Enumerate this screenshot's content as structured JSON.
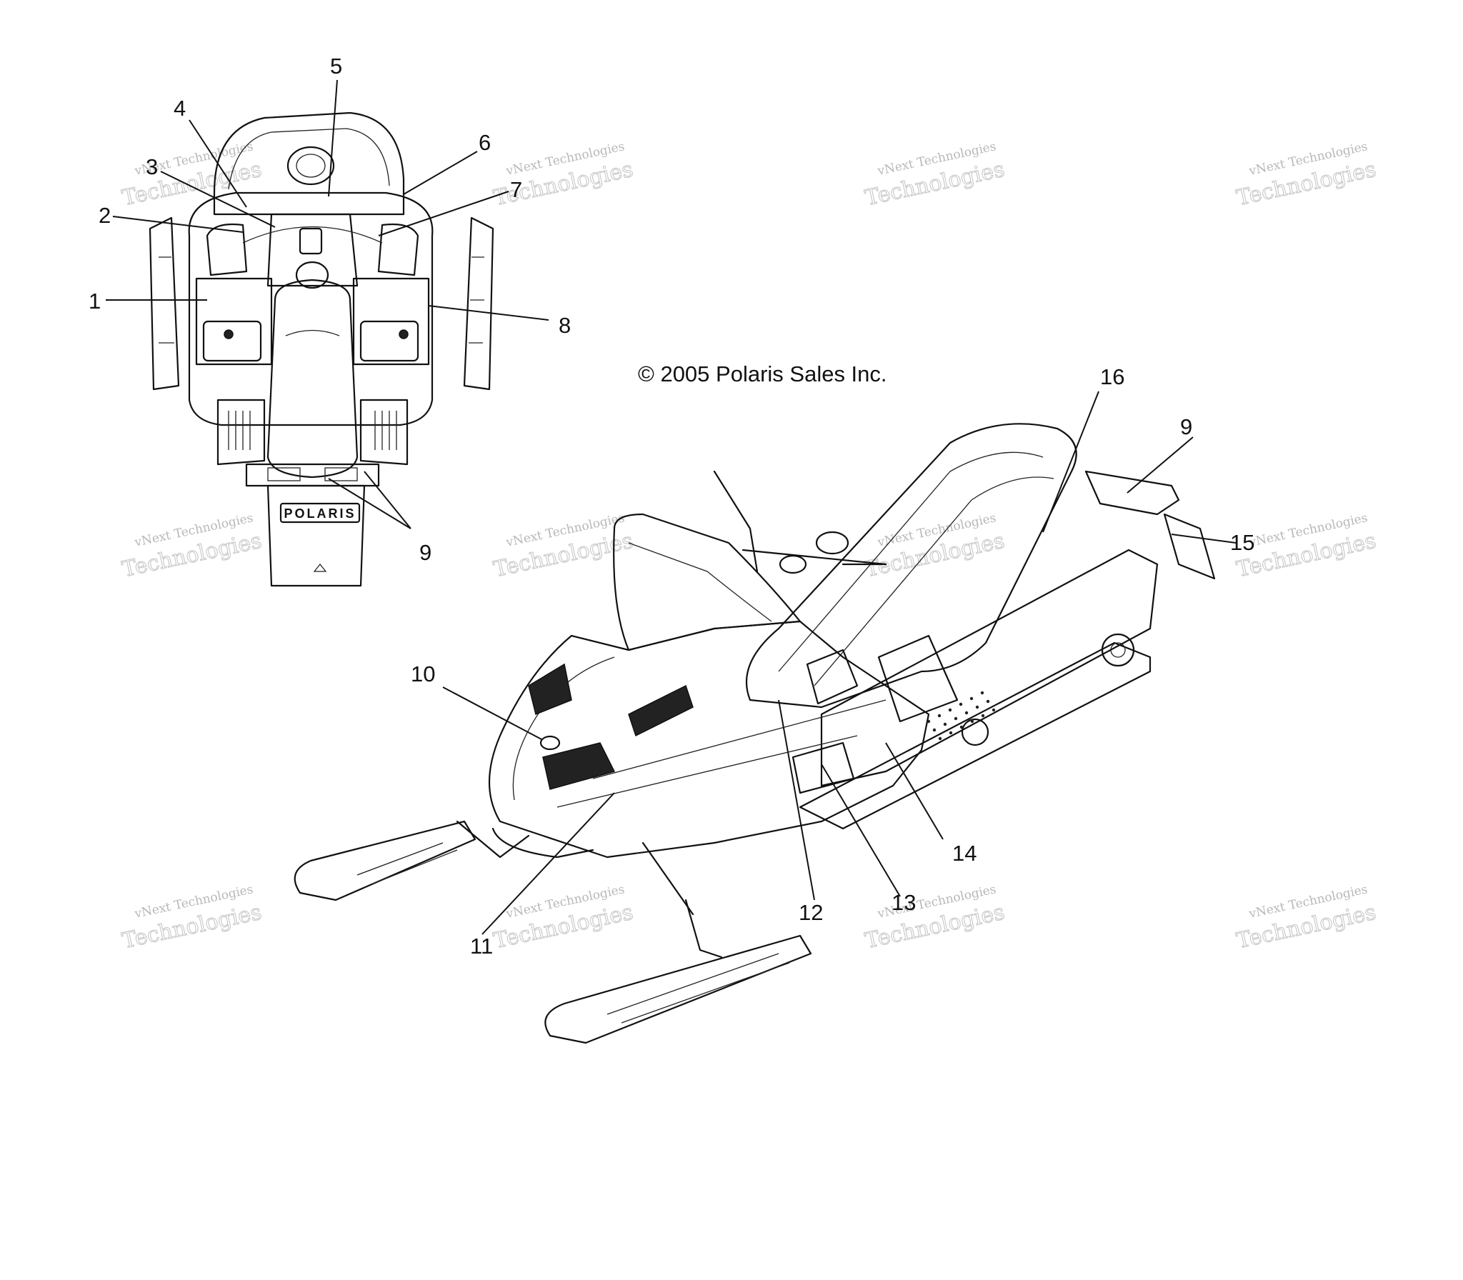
{
  "copyright": "© 2005 Polaris Sales Inc.",
  "brand_label": "POLARIS",
  "watermark": {
    "line1": "vNext Technologies",
    "line2": "Technologies",
    "small": "vNext"
  },
  "callouts": {
    "c1": "1",
    "c2": "2",
    "c3": "3",
    "c4": "4",
    "c5": "5",
    "c6": "6",
    "c7": "7",
    "c8": "8",
    "c9a": "9",
    "c9b": "9",
    "c10": "10",
    "c11": "11",
    "c12": "12",
    "c13": "13",
    "c14": "14",
    "c15": "15",
    "c16": "16"
  },
  "views": {
    "top": "top-view-snowmobile",
    "iso": "isometric-view-snowmobile"
  }
}
